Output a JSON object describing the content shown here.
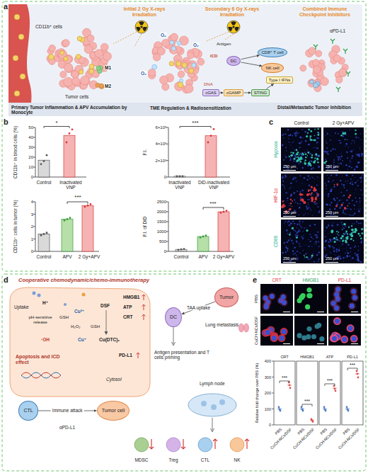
{
  "diagram": {
    "nodes": [
      {
        "text": [
          "DC"
        ]
      },
      {
        "text": [
          "CD8⁺ T cell"
        ]
      },
      {
        "text": [
          "NK cell"
        ]
      },
      {
        "text": [
          "cGAS"
        ]
      },
      {
        "text": [
          "cGAMP"
        ]
      },
      {
        "text": [
          "STING"
        ]
      },
      {
        "text": [
          "Type I IFNs"
        ]
      },
      {
        "text": [
          "CTL"
        ]
      },
      {
        "text": [
          "Tumor cell"
        ]
      },
      {
        "text": [
          "Tumor"
        ]
      },
      {
        "text": [
          "DC"
        ]
      }
    ],
    "edges": [
      {
        "from": 0,
        "to": 1,
        "arrow": "to"
      },
      {
        "from": 0,
        "to": 2,
        "arrow": "to"
      },
      {
        "from": 3,
        "to": 4,
        "arrow": "to"
      },
      {
        "from": 4,
        "to": 5,
        "arrow": "to"
      },
      {
        "from": 5,
        "to": 6,
        "arrow": "to"
      },
      {
        "from": 7,
        "to": 8,
        "label": "Immune attack",
        "arrow": "to"
      },
      {
        "from": 9,
        "to": 10,
        "label": "TAA uptake",
        "arrow": "to"
      }
    ],
    "labels": [
      "a",
      "Initial 2 Gy X-rays Irradiation",
      "Secondary 6 Gy X-rays Irradiation",
      "Combined Immune Checkpoint Inhibitors",
      "CD11b⁺ cells",
      "M1",
      "M2",
      "Tumor cells",
      "O₂",
      "O₂",
      "O₂",
      "Antigen",
      "ICD",
      "DNA",
      "αPD-L1",
      "Primary Tumor Inflammation & APV Accumulation by Monocyte",
      "TME Regulation & Radiosensitization",
      "Distal/Metastatic Tumor Inhibition",
      "b",
      "CD11b⁺ in blood cells (%)",
      "0",
      "10",
      "20",
      "30",
      "40",
      "50",
      "Control",
      "Inactivated VNP",
      "*",
      "F.I.",
      "0",
      "2×10³",
      "4×10³",
      "6×10³",
      "Inactivated VNP",
      "DiD-inactivated VNP",
      "***",
      "CD11b⁺ cells in tumor (%)",
      "0",
      "1",
      "2",
      "3",
      "4",
      "Control",
      "APV",
      "2 Gy+APV",
      "***",
      "F.I. of DiD",
      "0",
      "500",
      "1000",
      "1500",
      "2000",
      "2500",
      "Control",
      "APV",
      "2 Gy+APV",
      "***",
      "c",
      "Control",
      "2 Gy+APV",
      "Hypoxia",
      "HIF-1α",
      "CD86",
      "250 μm",
      "250 μm",
      "250 μm",
      "250 μm",
      "250 μm",
      "250 μm",
      "d",
      "Cooperative chemodynamic/chemo-immunotherapy",
      "Uptake",
      "H⁺",
      "pH-sensitive release",
      "GSH",
      "·OH",
      "Cu²⁺",
      "DSF",
      "H₂O₂",
      "GSH",
      "Cu⁺",
      "Cu(DTC)₂",
      "Apoptosis and ICD effect",
      "HMGB1",
      "ATP",
      "CRT",
      "PD-L1",
      "Cytosol",
      "αPD-L1",
      "Lung metastasis",
      "Antigen presentation and T cells priming",
      "Lymph node",
      "MDSC",
      "Treg",
      "CTL",
      "NK",
      "e",
      "CRT",
      "HMGB1",
      "PD-L1",
      "PBS",
      "CuCH-NCs/DSF",
      "Relative fold change over PBS (%)",
      "0",
      "100",
      "200",
      "300",
      "400",
      "CRT",
      "HMGB1",
      "ATP",
      "PD-L1",
      "***",
      "***",
      "***",
      "***",
      "PBS",
      "CuCH-NCs/DSF",
      "PBS",
      "CuCH-NCs/DSF",
      "PBS",
      "CuCH-NCs/DSF",
      "PBS",
      "CuCH-NCs/DSF"
    ]
  }
}
